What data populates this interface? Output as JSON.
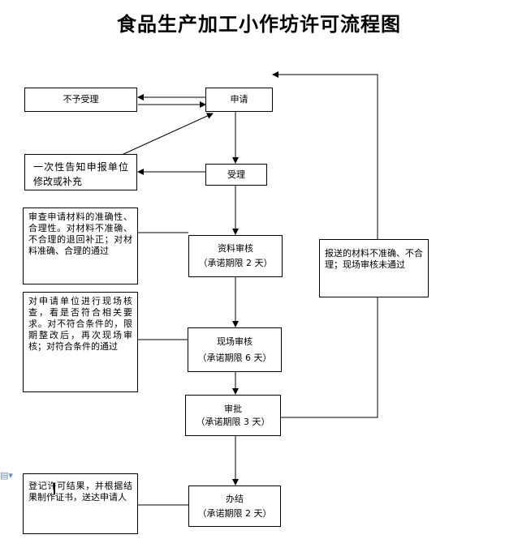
{
  "title": "食品生产加工小作坊许可流程图",
  "nodes": {
    "reject": "不予受理",
    "apply": "申请",
    "notify": "一次性告知申报单位修改或补充",
    "accept": "受理",
    "doc_review": {
      "line1": "资料审核",
      "line2": "（承诺期限 2 天）"
    },
    "site_check": {
      "line1": "现场审核",
      "line2": "（承诺期限 6 天）"
    },
    "approve": {
      "line1": "审批",
      "line2": "（承诺期限 3 天）"
    },
    "complete": {
      "line1": "办结",
      "line2": "（承诺期限 2 天）"
    }
  },
  "notes": {
    "doc_review_note": "审查申请材料的准确性、合理性。对材料不准确、不合理的退回补正；对材料准确、合理的通过",
    "site_check_note": "对申请单位进行现场核查，看是否符合相关要求。对不符合条件的，限期整改后，再次现场审核；对符合条件的通过",
    "return_note": "报送的材料不准确、不合理；现场审核未通过",
    "complete_note": "登记许可结果，并根据结果制作证书，送达申请人"
  },
  "icons": {
    "doc": "document-icon"
  },
  "colors": {
    "line": "#000000",
    "background": "#ffffff"
  }
}
